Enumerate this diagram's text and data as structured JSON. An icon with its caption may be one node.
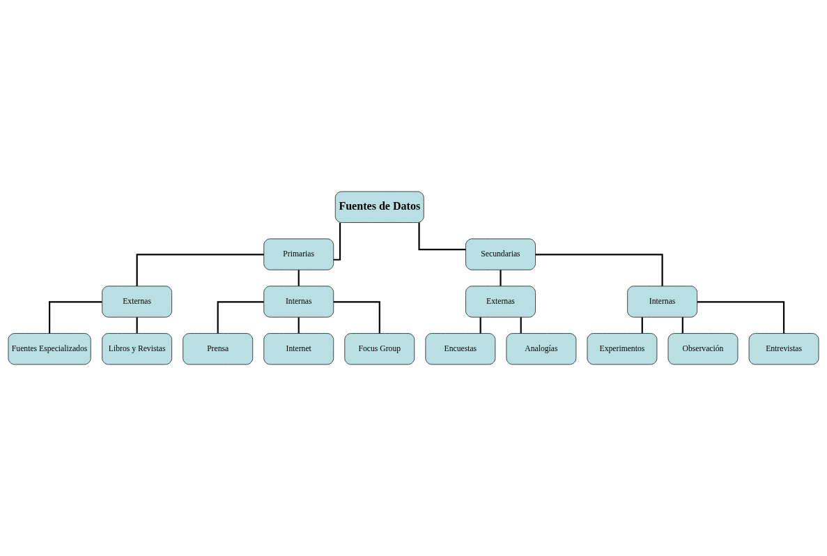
{
  "diagram": {
    "nodes": [
      {
        "text": [
          "Fuentes de Datos"
        ]
      },
      {
        "text": [
          "Primarias"
        ]
      },
      {
        "text": [
          "Secundarias"
        ]
      },
      {
        "text": [
          "Externas"
        ]
      },
      {
        "text": [
          "Internas"
        ]
      },
      {
        "text": [
          "Externas"
        ]
      },
      {
        "text": [
          "Internas"
        ]
      },
      {
        "text": [
          "Fuentes Especializados"
        ]
      },
      {
        "text": [
          "Libros y Revistas"
        ]
      },
      {
        "text": [
          "Prensa"
        ]
      },
      {
        "text": [
          "Internet"
        ]
      },
      {
        "text": [
          "Focus Group"
        ]
      },
      {
        "text": [
          "Encuestas"
        ]
      },
      {
        "text": [
          "Analogías"
        ]
      },
      {
        "text": [
          "Experimentos"
        ]
      },
      {
        "text": [
          "Observación"
        ]
      },
      {
        "text": [
          "Entrevistas"
        ]
      }
    ],
    "edges": [
      {
        "from": 0,
        "to": 1,
        "arrow": "none"
      },
      {
        "from": 0,
        "to": 2,
        "arrow": "none"
      },
      {
        "from": 1,
        "to": 3,
        "arrow": "none"
      },
      {
        "from": 1,
        "to": 4,
        "arrow": "none"
      },
      {
        "from": 2,
        "to": 5,
        "arrow": "none"
      },
      {
        "from": 2,
        "to": 6,
        "arrow": "none"
      },
      {
        "from": 3,
        "to": 7,
        "arrow": "none"
      },
      {
        "from": 3,
        "to": 8,
        "arrow": "none"
      },
      {
        "from": 4,
        "to": 9,
        "arrow": "none"
      },
      {
        "from": 4,
        "to": 10,
        "arrow": "none"
      },
      {
        "from": 4,
        "to": 11,
        "arrow": "none"
      },
      {
        "from": 5,
        "to": 12,
        "arrow": "none"
      },
      {
        "from": 5,
        "to": 13,
        "arrow": "none"
      },
      {
        "from": 6,
        "to": 14,
        "arrow": "none"
      },
      {
        "from": 6,
        "to": 15,
        "arrow": "none"
      },
      {
        "from": 6,
        "to": 16,
        "arrow": "none"
      }
    ]
  }
}
